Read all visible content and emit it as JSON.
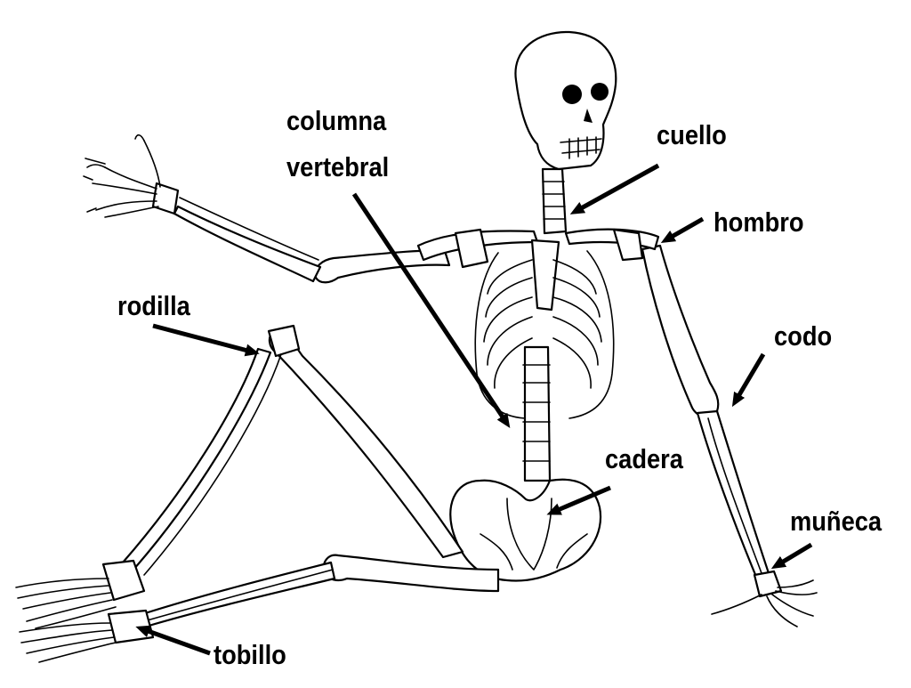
{
  "labels": {
    "columna": "columna",
    "vertebral": "vertebral",
    "cuello": "cuello",
    "hombro": "hombro",
    "rodilla": "rodilla",
    "codo": "codo",
    "cadera": "cadera",
    "muneca": "muñeca",
    "tobillo": "tobillo"
  },
  "colors": {
    "ink": "#000000",
    "paper": "#ffffff"
  }
}
